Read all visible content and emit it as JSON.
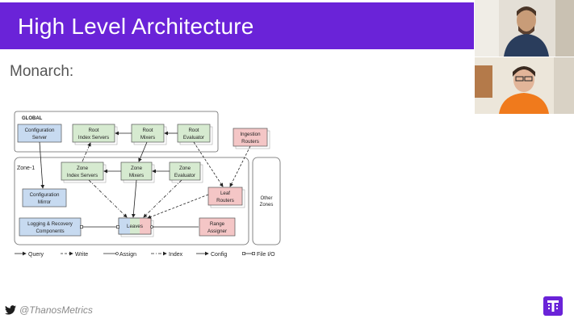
{
  "slide": {
    "title": "High Level Architecture",
    "subtitle": "Monarch:",
    "footer_handle": "@ThanosMetrics",
    "accent_color": "#6a23d8"
  },
  "diagram": {
    "global_label": "GLOBAL",
    "zone_label": "Zone-1",
    "nodes": {
      "config_server": [
        "Configuration",
        "Server"
      ],
      "root_index": [
        "Root",
        "Index Servers"
      ],
      "root_mixers": [
        "Root",
        "Mixers"
      ],
      "root_evaluator": [
        "Root",
        "Evaluator"
      ],
      "ingestion_routers": [
        "Ingestion",
        "Routers"
      ],
      "zone_index": [
        "Zone",
        "Index Servers"
      ],
      "zone_mixers": [
        "Zone",
        "Mixers"
      ],
      "zone_evaluator": [
        "Zone",
        "Evaluator"
      ],
      "leaf_routers": [
        "Leaf",
        "Routers"
      ],
      "config_mirror": [
        "Configuration",
        "Mirror"
      ],
      "logging_recovery": [
        "Logging & Recovery",
        "Components"
      ],
      "leaves": [
        "Leaves"
      ],
      "range_assigner": [
        "Range",
        "Assigner"
      ],
      "other_zones": [
        "Other",
        "Zones"
      ]
    },
    "legend": [
      {
        "style": "query",
        "label": "Query"
      },
      {
        "style": "write",
        "label": "Write"
      },
      {
        "style": "assign",
        "label": "Assign"
      },
      {
        "style": "index",
        "label": "Index"
      },
      {
        "style": "config",
        "label": "Config"
      },
      {
        "style": "fileio",
        "label": "File I/O"
      }
    ],
    "colors": {
      "blue": "#c7daf0",
      "green": "#d6ead0",
      "red": "#f4c6c6"
    }
  },
  "video": {
    "participants": [
      {
        "icon": "person-icon"
      },
      {
        "icon": "person-icon"
      }
    ]
  }
}
